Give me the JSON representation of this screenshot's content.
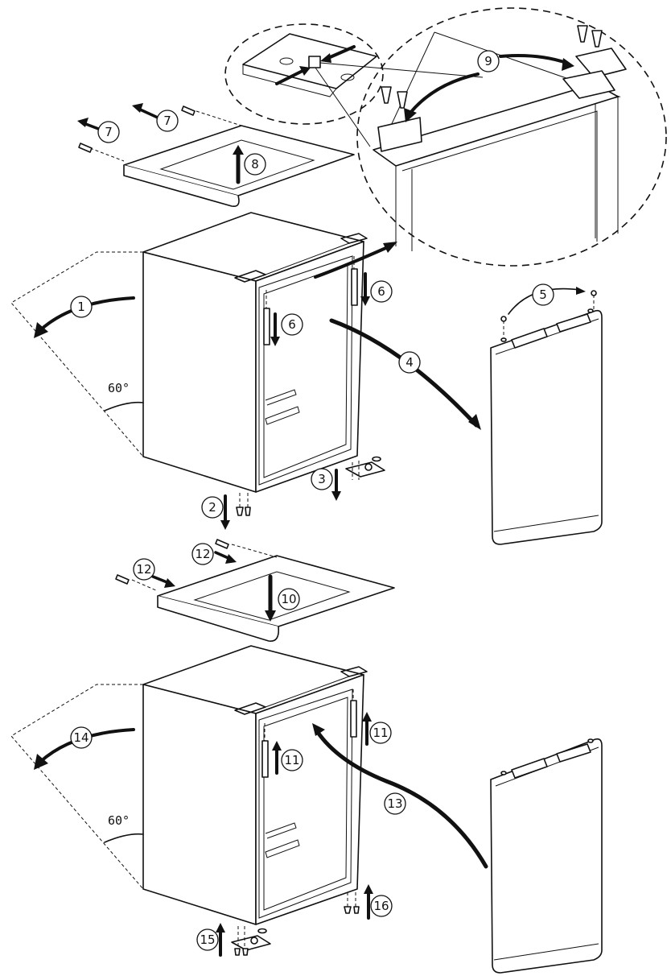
{
  "angles": {
    "top": "60°",
    "bottom": "60°"
  },
  "callouts": {
    "c1": "1",
    "c2": "2",
    "c3": "3",
    "c4": "4",
    "c5": "5",
    "c6a": "6",
    "c6b": "6",
    "c7a": "7",
    "c7b": "7",
    "c8": "8",
    "c9": "9",
    "c10": "10",
    "c11a": "11",
    "c11b": "11",
    "c12a": "12",
    "c12b": "12",
    "c13": "13",
    "c14": "14",
    "c15": "15",
    "c16": "16"
  }
}
